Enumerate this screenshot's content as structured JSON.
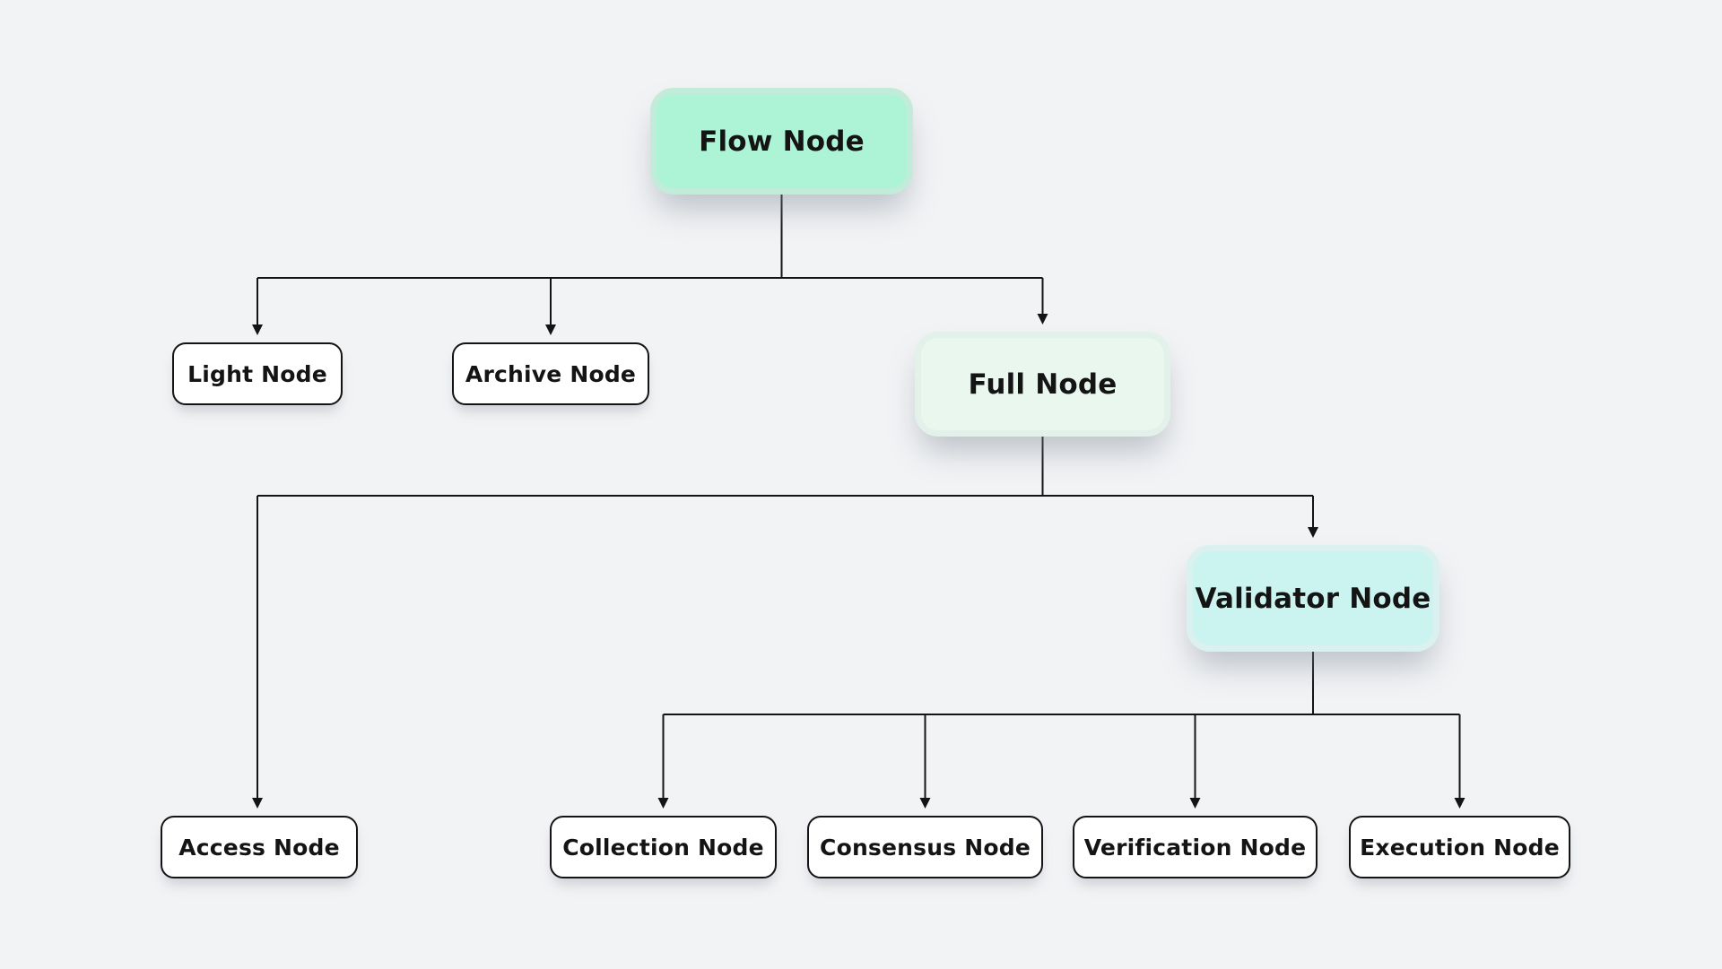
{
  "app": {
    "type": "flowchart",
    "background": "#f2f3f5",
    "line_color": "#141414",
    "text_color": "#141414",
    "arrow_style": "filled-triangle-down"
  },
  "nodes": {
    "flow": {
      "label": "Flow Node",
      "fill": "#adf3d6",
      "rim": "#c3ebd9"
    },
    "light": {
      "label": "Light Node",
      "fill": "#ffffff"
    },
    "archive": {
      "label": "Archive Node",
      "fill": "#ffffff"
    },
    "full": {
      "label": "Full Node",
      "fill": "#e9f7ef",
      "rim": "#e2f1e9"
    },
    "validator": {
      "label": "Validator Node",
      "fill": "#cbf3f0",
      "rim": "#daf1ef"
    },
    "access": {
      "label": "Access Node",
      "fill": "#ffffff"
    },
    "collection": {
      "label": "Collection Node",
      "fill": "#ffffff"
    },
    "consensus": {
      "label": "Consensus Node",
      "fill": "#ffffff"
    },
    "verification": {
      "label": "Verification Node",
      "fill": "#ffffff"
    },
    "execution": {
      "label": "Execution Node",
      "fill": "#ffffff"
    }
  },
  "edges": [
    {
      "from": "flow",
      "to": "light"
    },
    {
      "from": "flow",
      "to": "archive"
    },
    {
      "from": "flow",
      "to": "full"
    },
    {
      "from": "full",
      "to": "access"
    },
    {
      "from": "full",
      "to": "validator"
    },
    {
      "from": "validator",
      "to": "collection"
    },
    {
      "from": "validator",
      "to": "consensus"
    },
    {
      "from": "validator",
      "to": "verification"
    },
    {
      "from": "validator",
      "to": "execution"
    }
  ]
}
